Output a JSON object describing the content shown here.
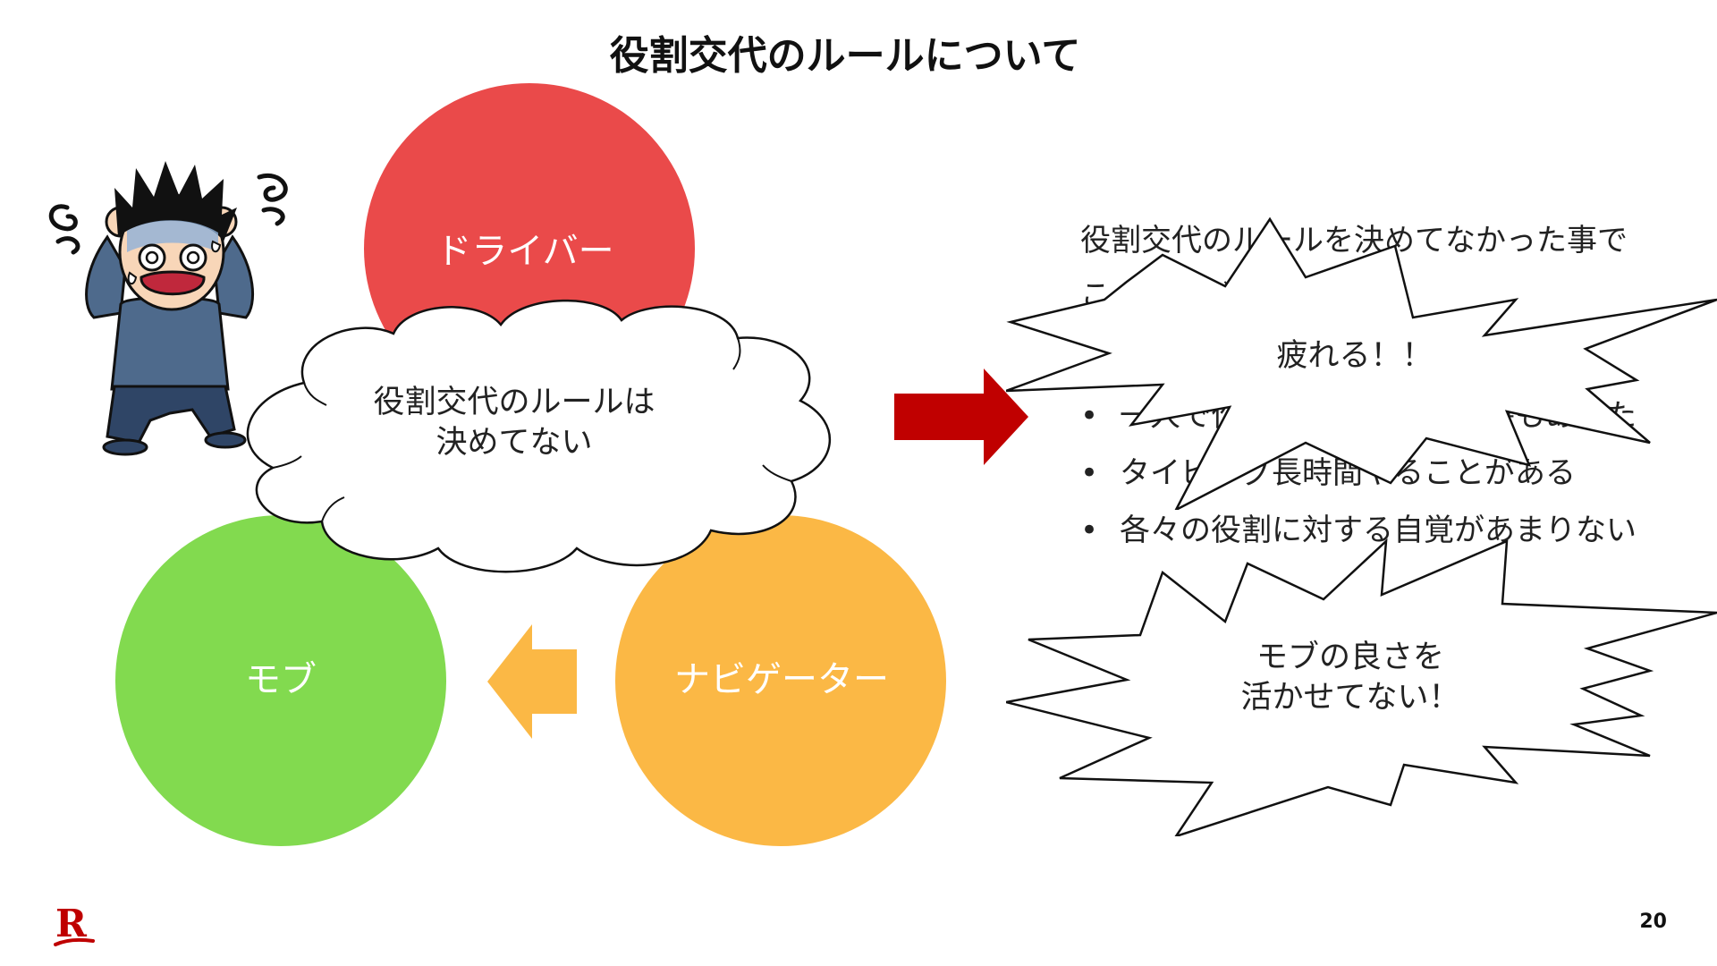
{
  "slide": {
    "title": "役割交代のルールについて",
    "page_number": "20",
    "logo_text": "R"
  },
  "roles": {
    "driver": {
      "label": "ドライバー",
      "color": "#ea4a4a"
    },
    "mob": {
      "label": "モブ",
      "color": "#82da4f"
    },
    "navigator": {
      "label": "ナビゲーター",
      "color": "#fbb845"
    }
  },
  "cloud": {
    "line1": "役割交代のルールは",
    "line2": "決めてない"
  },
  "arrows": {
    "right_color": "#c00000",
    "left_color": "#fbb845"
  },
  "body": {
    "line1": "役割交代のルールを決めてなかった事で",
    "line2": "こんな事が…",
    "bullets": [
      "一人で作業する時間が長い時もあった",
      "タイピング長時間やることがある",
      "各々の役割に対する自覚があまりない"
    ]
  },
  "bursts": {
    "top": "疲れる！！",
    "bottom_line1": "モブの良さを",
    "bottom_line2": "活かせてない！"
  },
  "icons": {
    "person": "stressed-man-icon",
    "logo": "rakuten-logo-icon"
  }
}
